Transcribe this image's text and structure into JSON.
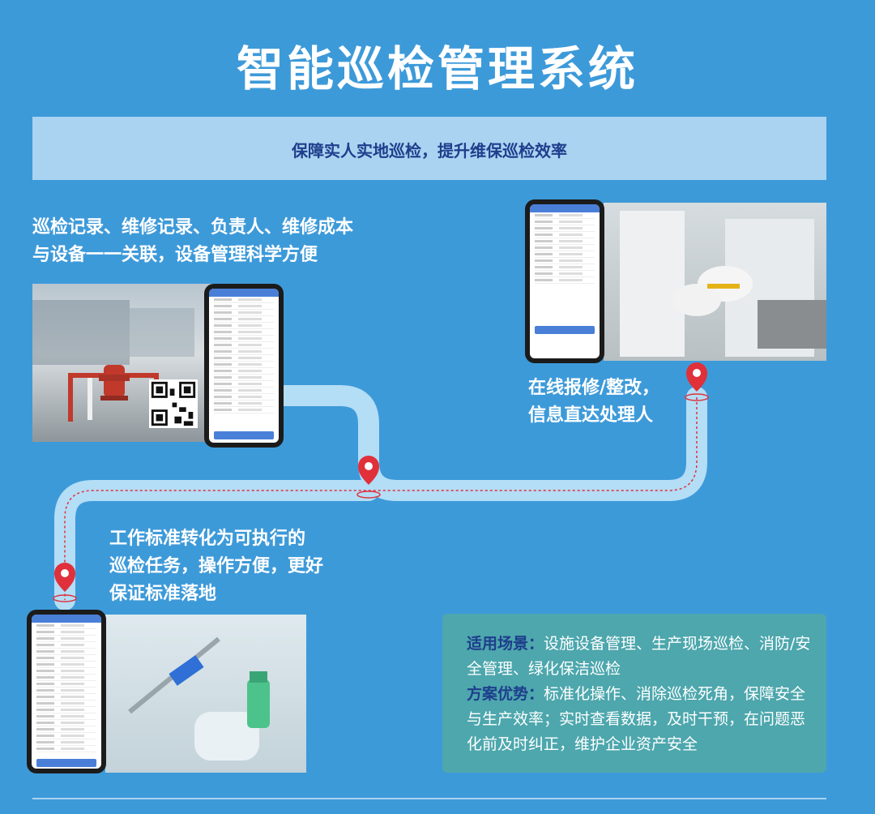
{
  "title": "智能巡检管理系统",
  "banner": "保障实人实地巡检，提升维保巡检效率",
  "point1": "巡检记录、维修记录、负责人、维修成本\n与设备一一关联，设备管理科学方便",
  "point2": "在线报修/整改，\n信息直达处理人",
  "point3": "工作标准转化为可执行的\n巡检任务，操作方便，更好\n保证标准落地",
  "info": {
    "scene_label": "适用场景：",
    "scene_text": "设施设备管理、生产现场巡检、消防/安全管理、绿化保洁巡检",
    "advantage_label": "方案优势：",
    "advantage_text": "标准化操作、消除巡检死角，保障安全与生产效率；实时查看数据，及时干预，在问题恶化前及时纠正，维护企业资产安全"
  },
  "colors": {
    "background": "#3d9ad9",
    "banner": "#a9d3f1",
    "banner_text": "#1e3e8c",
    "route": "#b4ddf6",
    "route_dash": "#e0303a",
    "info_box": "#4da7ad"
  },
  "icons": [
    "location-pin-icon",
    "qr-code-icon"
  ]
}
